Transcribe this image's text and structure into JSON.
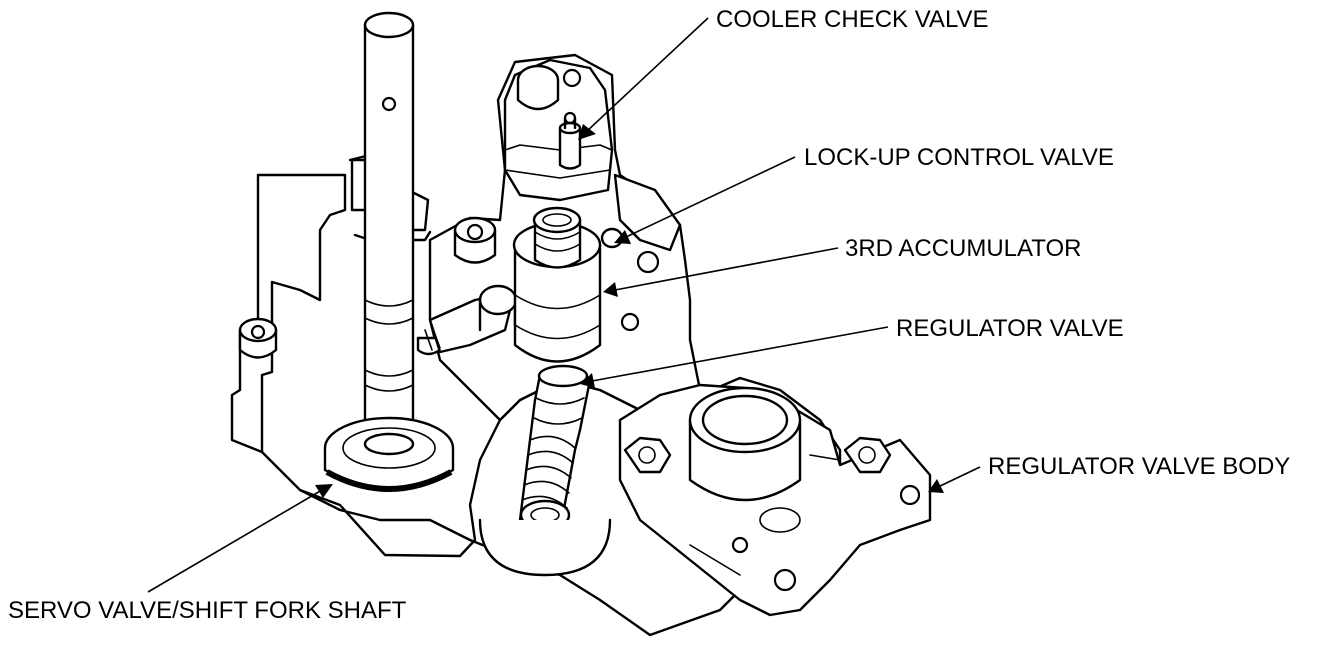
{
  "diagram": {
    "labels": {
      "cooler_check_valve": "COOLER CHECK VALVE",
      "lockup_control_valve": "LOCK-UP CONTROL VALVE",
      "third_accumulator": "3RD ACCUMULATOR",
      "regulator_valve": "REGULATOR VALVE",
      "regulator_valve_body": "REGULATOR VALVE BODY",
      "servo_valve_shift_fork_shaft": "SERVO VALVE/SHIFT FORK SHAFT"
    }
  }
}
